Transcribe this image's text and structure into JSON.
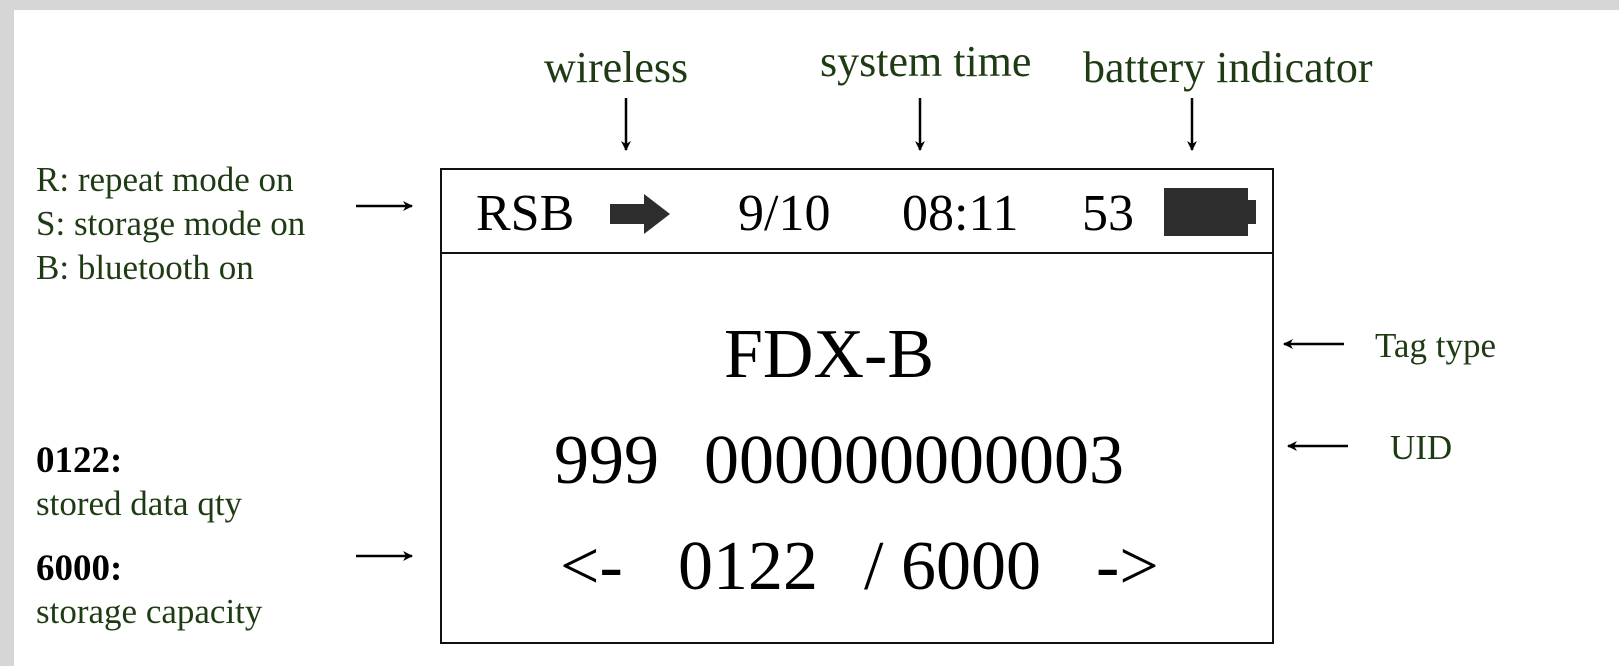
{
  "labels": {
    "wireless": "wireless",
    "system_time": "system time",
    "battery_indicator": "battery indicator",
    "tag_type": "Tag type",
    "uid": "UID"
  },
  "mode_notes": {
    "r": "R: repeat mode on",
    "s": "S: storage mode on",
    "b": "B: bluetooth on"
  },
  "stored": {
    "num": "0122:",
    "desc": "stored data qty"
  },
  "capacity": {
    "num": "6000:",
    "desc": "storage capacity"
  },
  "screen": {
    "mode_flags": "RSB",
    "date": "9/10",
    "time": "08:11",
    "battery_value": "53",
    "tag_type": "FDX-B",
    "uid_prefix": "999",
    "uid_number": "000000000003",
    "nav_left": "<-",
    "count": "0122",
    "slash_capacity": "/ 6000",
    "nav_right": "->"
  },
  "colors": {
    "annotation": "#1e3b14",
    "lcd_border": "#111111",
    "battery_fill": "#2d2d2d"
  },
  "icons": {
    "wireless": "arrow-right-icon",
    "battery": "battery-full-icon"
  }
}
